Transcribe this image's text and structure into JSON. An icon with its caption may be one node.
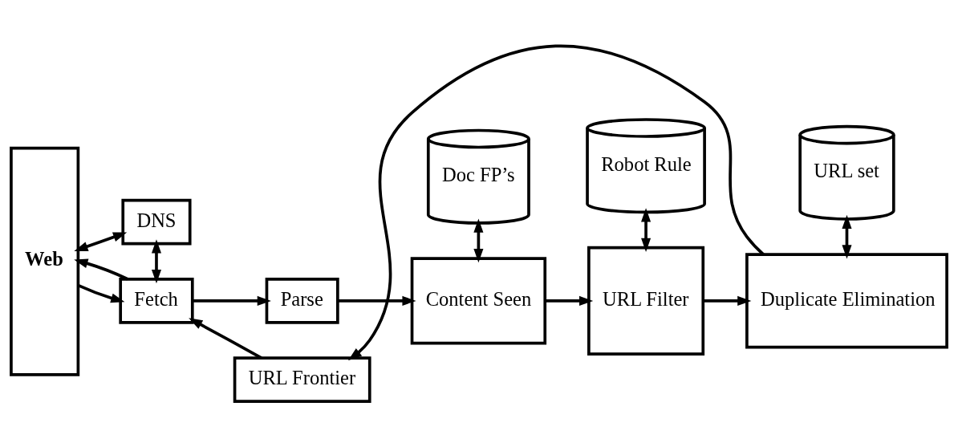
{
  "diagram": {
    "nodes": [
      {
        "text": [
          "Web"
        ]
      },
      {
        "text": [
          "DNS"
        ]
      },
      {
        "text": [
          "Fetch"
        ]
      },
      {
        "text": [
          "Parse"
        ]
      },
      {
        "text": [
          "Doc FP’s"
        ]
      },
      {
        "text": [
          "Content Seen"
        ]
      },
      {
        "text": [
          "Robot Rule"
        ]
      },
      {
        "text": [
          "URL Filter"
        ]
      },
      {
        "text": [
          "URL set"
        ]
      },
      {
        "text": [
          "Duplicate Elimination"
        ]
      },
      {
        "text": [
          "URL Frontier"
        ]
      }
    ],
    "edges": [
      {
        "from": 0,
        "to": 1,
        "arrow": "both"
      },
      {
        "from": 0,
        "to": 2,
        "arrow": "to"
      },
      {
        "from": 2,
        "to": 0,
        "arrow": "to"
      },
      {
        "from": 1,
        "to": 2,
        "arrow": "both"
      },
      {
        "from": 2,
        "to": 3,
        "arrow": "to"
      },
      {
        "from": 3,
        "to": 5,
        "arrow": "to"
      },
      {
        "from": 4,
        "to": 5,
        "arrow": "both"
      },
      {
        "from": 5,
        "to": 7,
        "arrow": "to"
      },
      {
        "from": 6,
        "to": 7,
        "arrow": "both"
      },
      {
        "from": 7,
        "to": 9,
        "arrow": "to"
      },
      {
        "from": 8,
        "to": 9,
        "arrow": "both"
      },
      {
        "from": 9,
        "to": 10,
        "arrow": "to"
      },
      {
        "from": 10,
        "to": 2,
        "arrow": "to"
      }
    ]
  }
}
